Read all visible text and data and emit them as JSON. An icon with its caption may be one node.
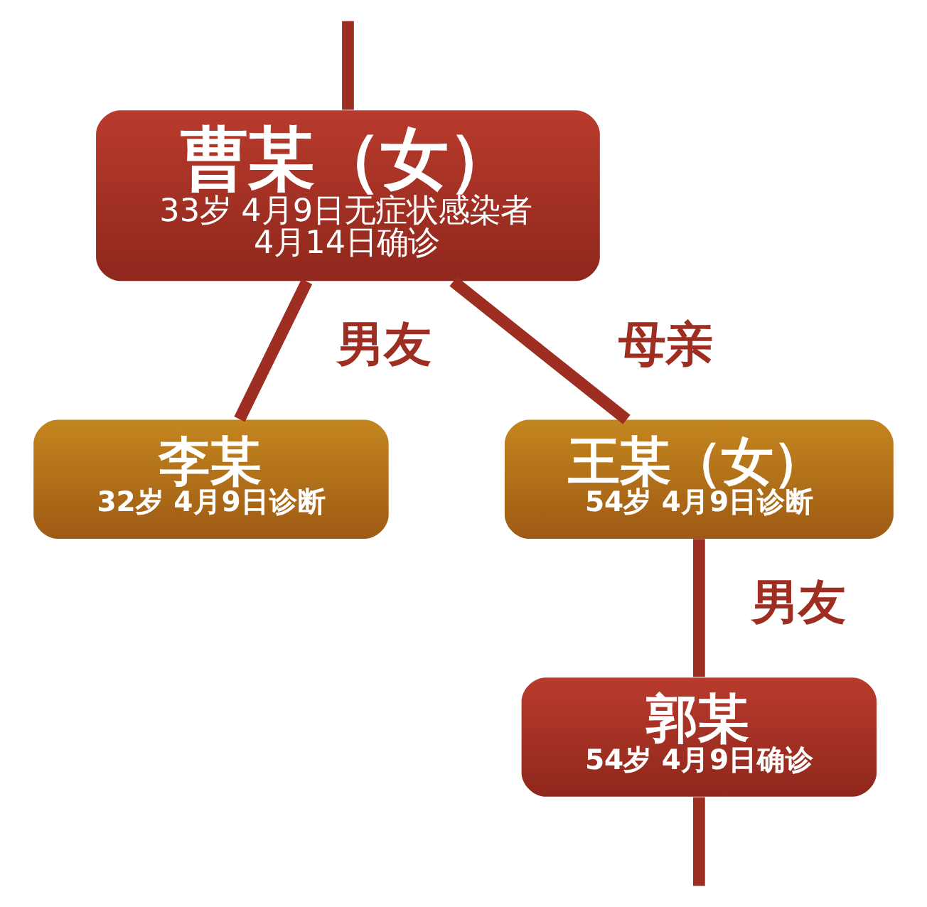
{
  "diagram": {
    "nodes": [
      {
        "text": [
          "曹某（女）",
          "33岁 4月9日无症状感染者 4月14日确诊"
        ]
      },
      {
        "text": [
          "李某",
          "32岁 4月9日诊断"
        ]
      },
      {
        "text": [
          "王某（女）",
          "54岁 4月9日诊断"
        ]
      },
      {
        "text": [
          "郭某",
          "54岁 4月9日确诊"
        ]
      }
    ],
    "edges": [
      {
        "from": null,
        "to": 0,
        "arrow": "none"
      },
      {
        "from": 0,
        "to": 1,
        "arrow": "none",
        "label": "男友"
      },
      {
        "from": 0,
        "to": 2,
        "arrow": "none",
        "label": "母亲"
      },
      {
        "from": 2,
        "to": 3,
        "arrow": "none",
        "label": "男友"
      },
      {
        "from": 3,
        "to": null,
        "arrow": "none"
      }
    ]
  }
}
